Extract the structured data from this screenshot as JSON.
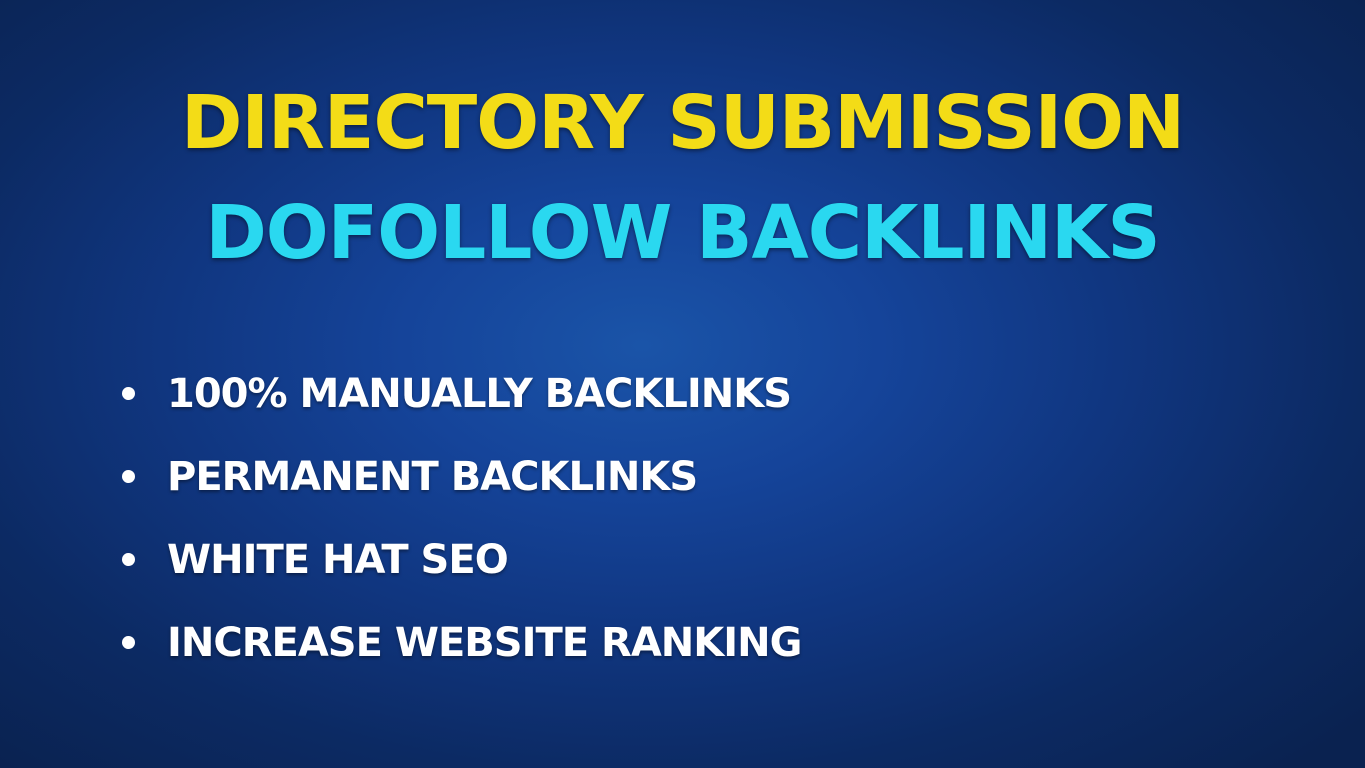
{
  "heading": {
    "line1": "DIRECTORY SUBMISSION",
    "line2": "DOFOLLOW BACKLINKS"
  },
  "bullets": [
    {
      "label": "100% MANUALLY BACKLINKS"
    },
    {
      "label": "PERMANENT BACKLINKS"
    },
    {
      "label": "WHITE HAT SEO"
    },
    {
      "label": "INCREASE WEBSITE RANKING"
    }
  ],
  "colors": {
    "line1": "#f3dc17",
    "line2": "#2ad8f0",
    "bullet_text": "#ffffff",
    "background_center": "#1a54a8",
    "background_edge": "#0a2250"
  }
}
